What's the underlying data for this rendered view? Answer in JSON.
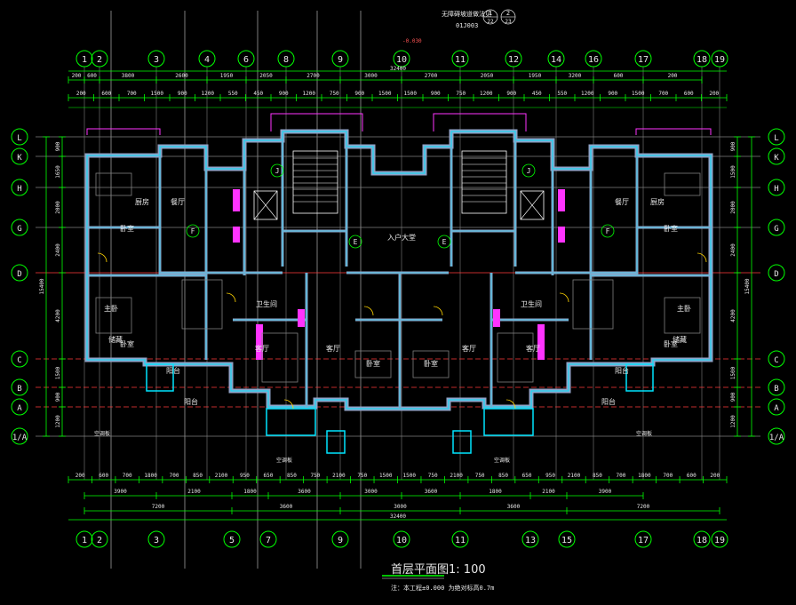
{
  "drawing": {
    "title": "首层平面图",
    "scale": "1: 100",
    "note": "注：本工程±0.000   为绝对标高0.7m",
    "top_note": "无障碍坡道做法见",
    "top_note_ref": "01J003",
    "top_note_sheets": [
      "1",
      "2",
      "22",
      "23"
    ],
    "level_mark": "-0.030"
  },
  "axes": {
    "top_labels": [
      "1",
      "2",
      "3",
      "4",
      "6",
      "8",
      "9",
      "10",
      "11",
      "12",
      "14",
      "16",
      "17",
      "18",
      "19"
    ],
    "bottom_labels": [
      "1",
      "2",
      "3",
      "5",
      "7",
      "9",
      "10",
      "11",
      "13",
      "15",
      "17",
      "18",
      "19"
    ],
    "left_labels": [
      "L",
      "K",
      "H",
      "G",
      "D",
      "C",
      "B",
      "A",
      "1/A"
    ],
    "right_labels": [
      "L",
      "K",
      "H",
      "G",
      "D",
      "C",
      "B",
      "A",
      "1/A"
    ]
  },
  "dimensions": {
    "overall_width": "32400",
    "top_row1": [
      "200",
      "600",
      "3800",
      "2600",
      "1950",
      "2050",
      "2700",
      "3000",
      "2700",
      "2050",
      "1950",
      "3200",
      "600",
      "200"
    ],
    "top_row2": [
      "200",
      "600",
      "700",
      "1500",
      "900",
      "1200",
      "550",
      "450",
      "900",
      "1200",
      "750",
      "900",
      "1500",
      "1500",
      "900",
      "750",
      "1200",
      "900",
      "450",
      "550",
      "1200",
      "900",
      "1500",
      "700",
      "600",
      "200"
    ],
    "bottom_row1": [
      "200",
      "600",
      "700",
      "1800",
      "700",
      "850",
      "2100",
      "950",
      "650",
      "850",
      "750",
      "2100",
      "750",
      "1500",
      "1500",
      "750",
      "2100",
      "750",
      "850",
      "650",
      "950",
      "2100",
      "850",
      "700",
      "1800",
      "700",
      "600",
      "200"
    ],
    "bottom_row2": [
      "3900",
      "2100",
      "1800",
      "3600",
      "3000",
      "3600",
      "1800",
      "2100",
      "3900"
    ],
    "bottom_row3": [
      "7200",
      "3600",
      "3000",
      "3600",
      "7200"
    ],
    "left_vertical": [
      "900",
      "1650",
      "2000",
      "2400",
      "4200",
      "1500",
      "900",
      "1200"
    ],
    "left_total": "15400",
    "right_vertical": [
      "900",
      "1500",
      "2000",
      "2400",
      "4200",
      "1500",
      "900",
      "1200"
    ],
    "right_total": "15400"
  },
  "rooms": {
    "left_unit": [
      "厨房",
      "餐厅",
      "卧室",
      "卧室",
      "客厅",
      "卫生间",
      "阳台",
      "主卧",
      "储藏",
      "阳台"
    ],
    "right_unit": [
      "厨房",
      "餐厅",
      "卧室",
      "卧室",
      "客厅",
      "卫生间",
      "阳台",
      "主卧",
      "储藏",
      "阳台"
    ],
    "center": [
      "入户大堂",
      "卧室",
      "卧室",
      "客厅",
      "客厅"
    ],
    "labels": [
      "空调板",
      "空调板",
      "空调板",
      "空调板"
    ]
  },
  "grid_letters": [
    "E",
    "E",
    "F",
    "F",
    "J",
    "J"
  ],
  "colors": {
    "background": "#000000",
    "axis_line": "#00ff00",
    "dim_line": "#00ff00",
    "wall_fill": "#8fa3c8",
    "wall_edge": "#00e5ff",
    "axis_circle": "#00ff00",
    "red_line": "#ff3b3b",
    "magenta": "#ff33ff",
    "yellow": "#ffd400",
    "grey": "#808080",
    "text": "#e8e8e8"
  }
}
